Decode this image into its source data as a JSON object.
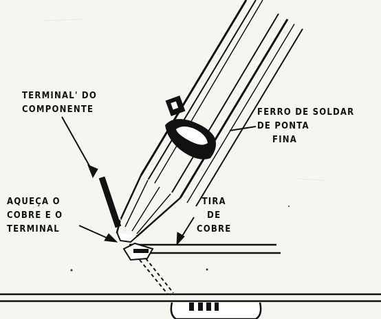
{
  "labels": {
    "terminal_do_componente": [
      "TERMINAL' DO",
      "COMPONENTE"
    ],
    "ferro_de_soldar": [
      "FERRO  DE  SOLDAR",
      "DE  PONTA",
      "FINA"
    ],
    "aqueca": [
      "AQUEÇA  O",
      "COBRE  E  O",
      "TERMINAL"
    ],
    "tira_de_cobre": [
      "TIRA",
      "DE",
      "COBRE"
    ]
  }
}
